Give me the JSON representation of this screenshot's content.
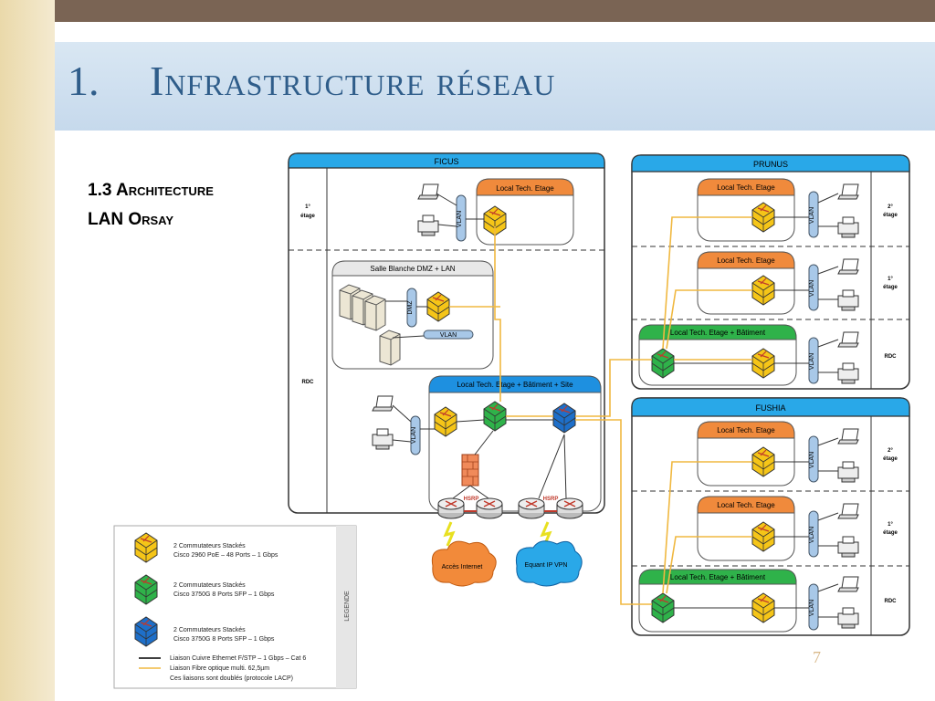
{
  "slide": {
    "number": "1.",
    "title": "Infrastructure réseau",
    "subtitle_line1": "1.3 Architecture",
    "subtitle_line2": "LAN Orsay",
    "page_number": "7"
  },
  "ficus": {
    "header": "FICUS",
    "floor_1": "1°",
    "floor_1b": "étage",
    "rdc": "RDC",
    "local_etage": "Local Tech. Etage",
    "salle_blanche": "Salle Blanche DMZ + LAN",
    "dmz": "DMZ",
    "vlan": "VLAN",
    "local_site": "Local Tech. Etage + Bâtiment + Site",
    "hsrp": "HSRP",
    "internet": "Accès Internet",
    "vpn": "Equant IP VPN"
  },
  "prunus": {
    "header": "PRUNUS",
    "floor_2": "2°",
    "floor_1": "1°",
    "etage": "étage",
    "rdc": "RDC",
    "local_etage": "Local Tech. Etage",
    "local_batiment": "Local Tech. Etage + Bâtiment",
    "vlan": "VLAN"
  },
  "fushia": {
    "header": "FUSHIA",
    "floor_2": "2°",
    "floor_1": "1°",
    "etage": "étage",
    "rdc": "RDC",
    "local_etage": "Local Tech. Etage",
    "local_batiment": "Local Tech. Etage + Bâtiment",
    "vlan": "VLAN"
  },
  "legend": {
    "title": "LEGENDE",
    "item1_line1": "2 Commutateurs Stackés",
    "item1_line2": "Cisco 2960 PoE – 48 Ports – 1 Gbps",
    "item2_line1": "2 Commutateurs Stackés",
    "item2_line2": "Cisco 3750G  8 Ports SFP – 1 Gbps",
    "item3_line1": "2 Commutateurs Stackés",
    "item3_line2": "Cisco 3750G  8 Ports SFP – 1 Gbps",
    "line1": "Liaison Cuivre Ethernet F/STP – 1 Gbps – Cat 6",
    "line2": "Liaison Fibre optique multi. 62,5µm",
    "line3": "Ces liaisons sont doublés (protocole LACP)"
  },
  "colors": {
    "yellow": "#f5c518",
    "green": "#2fb24a",
    "blue": "#1e6fc9",
    "orange": "#f08a3c",
    "header_blue": "#29a8e8",
    "fiber": "#f0b840"
  }
}
